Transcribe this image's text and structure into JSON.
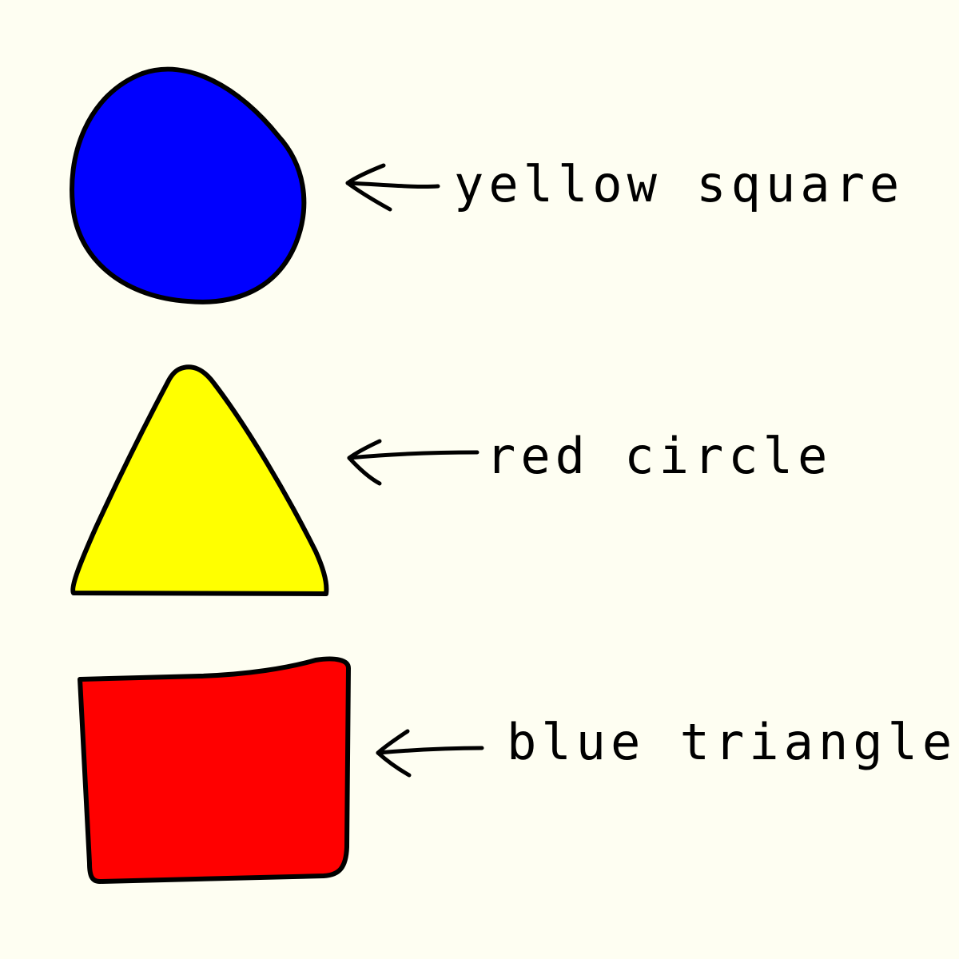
{
  "background_color": "#fefef2",
  "ink_color": "#000000",
  "items": [
    {
      "shape": "circle",
      "fill": "#0000ff",
      "label": "yellow square"
    },
    {
      "shape": "triangle",
      "fill": "#ffff00",
      "label": "red circle"
    },
    {
      "shape": "square",
      "fill": "#ff0000",
      "label": "blue triangle"
    }
  ]
}
